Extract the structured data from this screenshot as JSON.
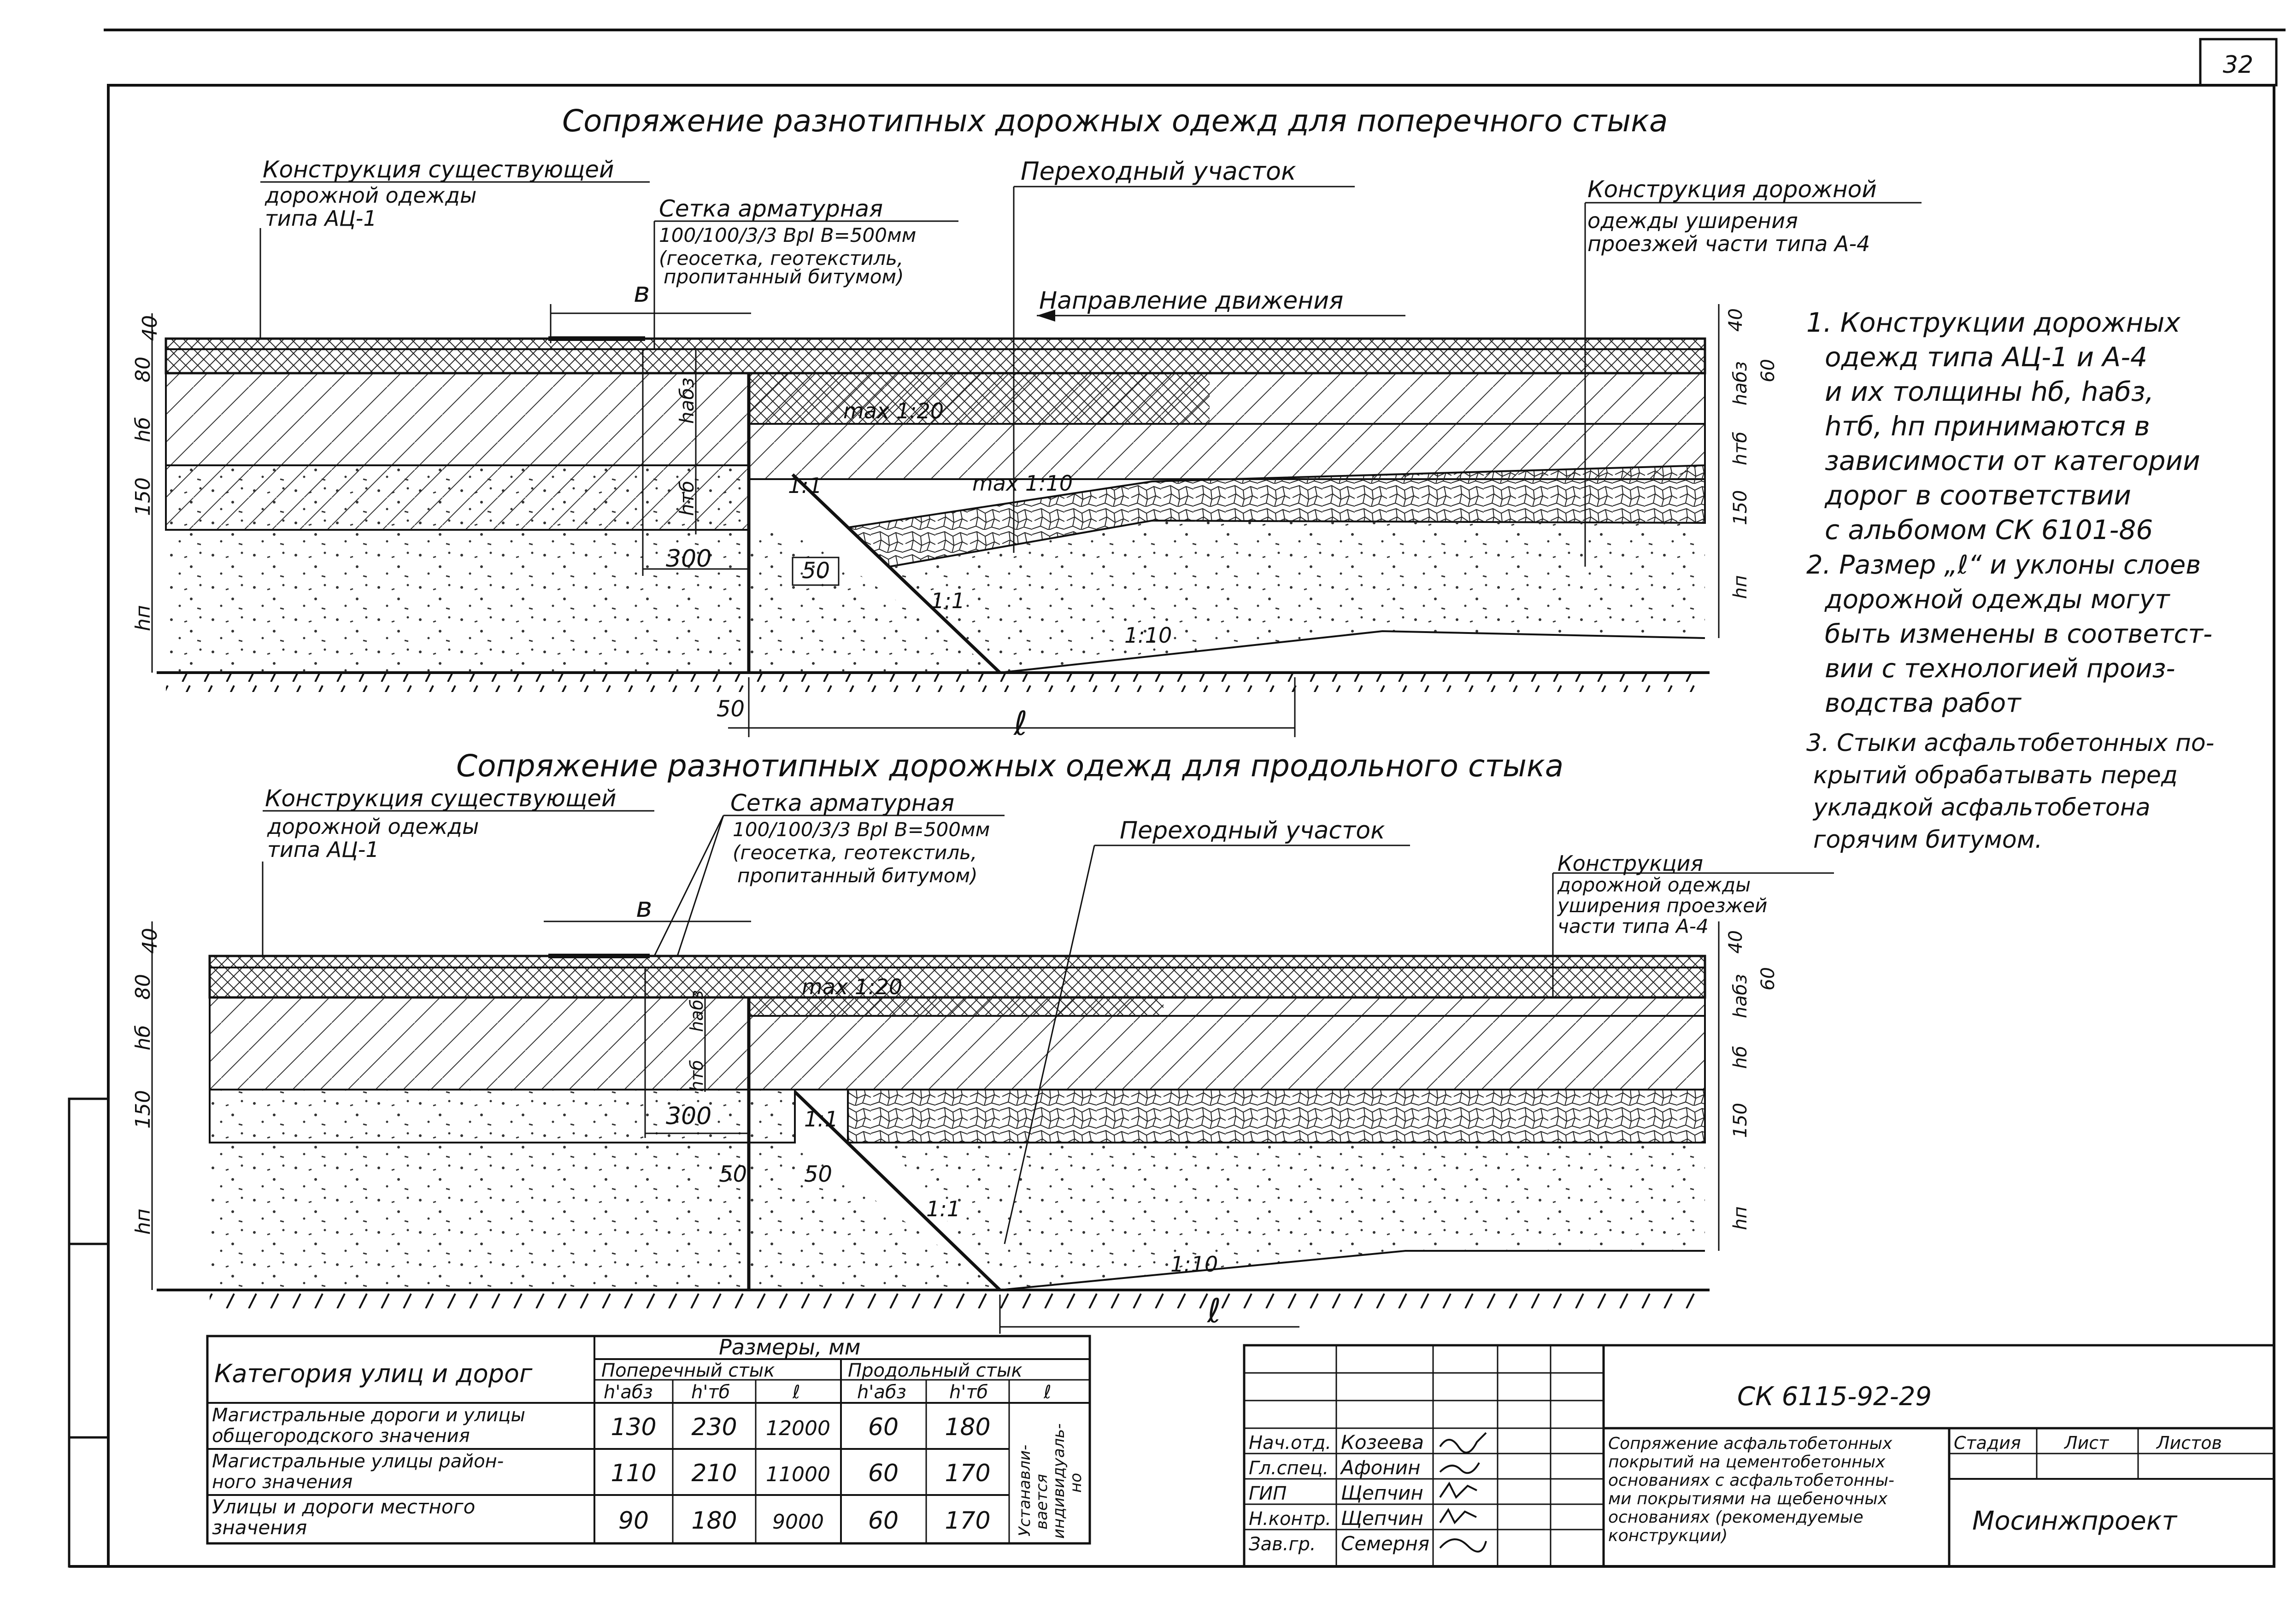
{
  "sheet": {
    "page_number": "32"
  },
  "top_drawing": {
    "title": "Сопряжение разнотипных дорожных одежд для поперечного стыка",
    "existing_label": [
      "Конструкция существующей",
      "дорожной одежды",
      "типа АЦ-1"
    ],
    "mesh_label": [
      "Сетка арматурная",
      "100/100/3/3 ВрI В=500мм",
      "(геосетка, геотекстиль,",
      "пропитанный битумом)"
    ],
    "transition_label": "Переходный участок",
    "new_label": [
      "Конструкция дорожной",
      "одежды уширения",
      "проезжей части типа А-4"
    ],
    "direction_label": "Направление движения",
    "slope_max_20": "max 1:20",
    "slope_max_10": "max 1:10",
    "slope_1_1a": "1:1",
    "slope_1_1b": "1:1",
    "slope_1_10": "1:10",
    "dim_b": "в",
    "dim_l": "ℓ",
    "dim_300": "300",
    "dim_50a": "50",
    "dim_50b": "50",
    "left_dims": [
      "40",
      "80",
      "hб",
      "150",
      "hп"
    ],
    "right_dims": [
      "40",
      "60",
      "hабз",
      "hтб",
      "150",
      "hп"
    ],
    "inner_dims": [
      "hабз",
      "hтб"
    ]
  },
  "bottom_drawing": {
    "title": "Сопряжение разнотипных дорожных одежд для продольного стыка",
    "existing_label": [
      "Конструкция существующей",
      "дорожной одежды",
      "типа АЦ-1"
    ],
    "mesh_label": [
      "Сетка арматурная",
      "100/100/3/3 ВрI В=500мм",
      "(геосетка, геотекстиль,",
      "пропитанный битумом)"
    ],
    "transition_label": "Переходный участок",
    "new_label": [
      "Конструкция",
      "дорожной одежды",
      "уширения проезжей",
      "части типа А-4"
    ],
    "slope_max_20": "max 1:20",
    "slope_1_1a": "1:1",
    "slope_1_1b": "1:1",
    "slope_1_10": "1:10",
    "dim_b": "в",
    "dim_l": "ℓ",
    "dim_300": "300",
    "dim_50a": "50",
    "dim_50b": "50",
    "left_dims": [
      "40",
      "80",
      "hб",
      "150",
      "hп"
    ],
    "right_dims": [
      "40",
      "60",
      "hабз",
      "hб",
      "150",
      "hп"
    ],
    "inner_dims": [
      "hабз",
      "hтб"
    ]
  },
  "notes": [
    [
      "1. Конструкции дорожных",
      "одежд типа АЦ-1 и А-4",
      "и их толщины hб, hабз,",
      "hтб, hп принимаются в",
      "зависимости от категории",
      "дорог в соответствии",
      "с альбомом СК 6101-86"
    ],
    [
      "2. Размер „ℓ“ и уклоны слоев",
      "дорожной одежды могут",
      "быть изменены в соответст-",
      "вии с технологией произ-",
      "водства работ"
    ],
    [
      "3. Стыки асфальтобетонных по-",
      "крытий обрабатывать перед",
      "укладкой асфальтобетона",
      "горячим битумом."
    ]
  ],
  "size_table": {
    "caption": "Размеры, мм",
    "category_header": "Категория улиц и дорог",
    "group_headers": [
      "Поперечный стык",
      "Продольный стык"
    ],
    "sub_headers": [
      "h'абз",
      "h'тб",
      "ℓ",
      "h'абз",
      "h'тб",
      "ℓ"
    ],
    "rows": [
      {
        "category": [
          "Магистральные дороги и улицы",
          "общегородского значения"
        ],
        "values": [
          "130",
          "230",
          "12000",
          "60",
          "180"
        ]
      },
      {
        "category": [
          "Магистральные улицы район-",
          "ного значения"
        ],
        "values": [
          "110",
          "210",
          "11000",
          "60",
          "170"
        ]
      },
      {
        "category": [
          "Улицы и дороги местного",
          "значения"
        ],
        "values": [
          "90",
          "180",
          "9000",
          "60",
          "170"
        ]
      }
    ],
    "merged_note": [
      "Устанавли-",
      "вается",
      "индивидуаль-",
      "но"
    ]
  },
  "title_block": {
    "code": "СК 6115-92-29",
    "roles": [
      "Нач.отд.",
      "Гл.спец.",
      "ГИП",
      "Н.контр.",
      "Зав.гр."
    ],
    "names": [
      "Козеева",
      "Афонин",
      "Щепчин",
      "Щепчин",
      "Семерня"
    ],
    "description": [
      "Сопряжение асфальтобетонных",
      "покрытий на цементобетонных",
      "основаниях с асфальтобетонны-",
      "ми покрытиями на щебеночных",
      "основаниях (рекомендуемые",
      "конструкции)"
    ],
    "stage_header": "Стадия",
    "sheet_header": "Лист",
    "sheets_header": "Листов",
    "organization": "Мосинжпроект"
  }
}
